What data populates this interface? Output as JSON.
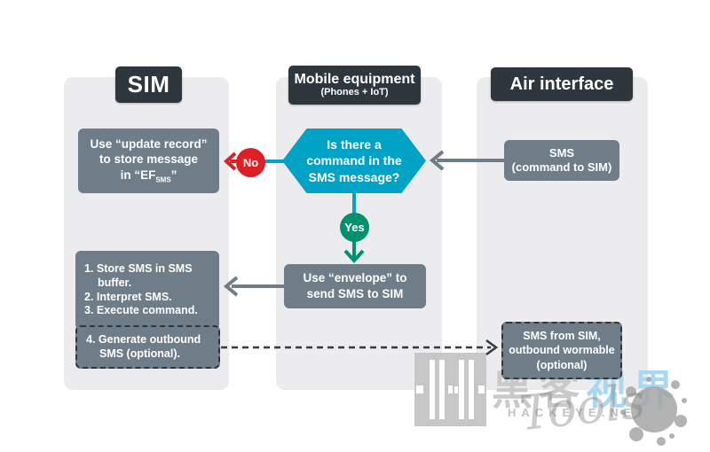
{
  "headers": {
    "sim": "SIM",
    "mobile_title": "Mobile equipment",
    "mobile_subtitle": "(Phones + IoT)",
    "air": "Air interface"
  },
  "nodes": {
    "update_record": {
      "line1": "Use “update record”",
      "line2": "to store message",
      "line3_pre": "in “EF",
      "line3_sub": "SMS",
      "line3_post": "”"
    },
    "decision": "Is there a\ncommand in the\nSMS message?",
    "no_label": "No",
    "yes_label": "Yes",
    "sms_command": "SMS\n(command to SIM)",
    "envelope": "Use “envelope” to\nsend SMS to SIM",
    "sim_steps": [
      "1. Store SMS in SMS buffer.",
      "2. Interpret SMS.",
      "3. Execute command."
    ],
    "step4": "4. Generate outbound SMS (optional).",
    "worm": "SMS from SIM,\noutbound wormable\n(optional)"
  },
  "watermark": {
    "cjk_gray": "黑客",
    "cjk_blue": "视界",
    "domain": "HACKEYE.NET",
    "script_text": "Tools"
  },
  "colors": {
    "header_dark": "#2f373e",
    "box_slate": "#6f7d88",
    "panel_gray": "#ececee",
    "decision_cyan": "#00a2c5",
    "no_red": "#df1f26",
    "yes_green": "#00916e"
  }
}
